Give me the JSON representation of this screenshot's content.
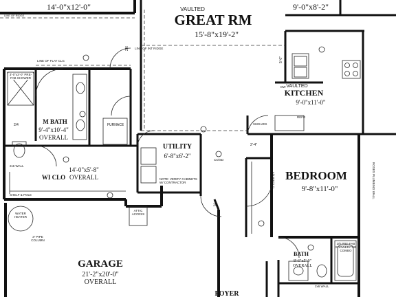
{
  "rooms": {
    "top_left_dims": "14'-0\"x12'-0\"",
    "top_left_ridge": "LINE OF RIDGE",
    "great_rm_vaulted": "VAULTED",
    "great_rm_name": "GREAT RM",
    "great_rm_dims": "15'-8\"x19'-2\"",
    "top_right_dims": "9'-0\"x8'-2\"",
    "kitchen_vaulted": "VAULTED",
    "kitchen_name": "KITCHEN",
    "kitchen_dims": "9'-0\"x11'-0\"",
    "mbath_name": "M BATH",
    "mbath_dims": "9'-4\"x10'-4\"",
    "mbath_overall": "OVERALL",
    "wiclo_dims": "14'-0\"x5'-8\"",
    "wiclo_name": "WI CLO",
    "wiclo_overall": "OVERALL",
    "utility_name": "UTILITY",
    "utility_dims": "6'-8\"x6'-2\"",
    "utility_note": "NOTE: VERIFY CABINETS W/ CONTRACTOR",
    "bedroom_name": "BEDROOM",
    "bedroom_dims": "9'-8\"x11'-0\"",
    "garage_name": "GARAGE",
    "garage_dims": "21'-2\"x20'-0\"",
    "garage_overall": "OVERALL",
    "bath_name": "BATH",
    "bath_dims": "8'-6\"x5'-0\"",
    "bath_overall": "OVERALL",
    "foyer_name": "FOYER"
  },
  "notes": {
    "line_of_flat_clg": "LINE OF FLAT CLG",
    "line_of_int_ridge": "LINE OF INT RIDGE",
    "shower": "3'-0\"x3'-0\" PRE-FAB SHOWER",
    "furnace": "FURNACE",
    "wall_2x6": "2x6 WALL",
    "co_sd": "CO/SD",
    "shelves": "SHELVES",
    "refr": "REFR",
    "water_heater": "WATER HEATER",
    "pipe_column": "3\" PIPE COLUMN",
    "attic_access": "ATTIC ACCESS",
    "bath_shower": "2/0 PRE-FAB SHOWER/TUB COMBO",
    "wall_2x6_bath": "2x6 WALL",
    "shelf_pole": "SHELF & POLE",
    "dw": "DW",
    "bedroom_wall_note": "ROSES PLUMBING WALL",
    "dim_2_4": "2/4",
    "dim_2_6": "2/6",
    "dim_2_8": "2/8",
    "dim_4_0": "4/0 BIFOLD",
    "dim_2_4_b": "2'-4\"",
    "dim_5_0": "5'-0\""
  }
}
